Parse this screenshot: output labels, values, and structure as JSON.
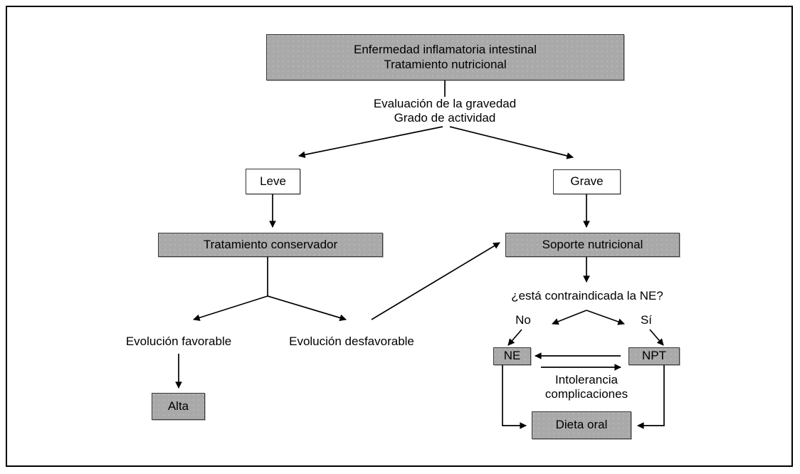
{
  "figure": {
    "type": "flowchart",
    "language": "es",
    "frame": {
      "border_color": "#000000"
    },
    "palette": {
      "box_fill_gray": "#a9a9a9",
      "box_fill_white": "#ffffff",
      "box_border": "#333333",
      "line_color": "#000000",
      "text_color": "#000000"
    }
  },
  "nodes": {
    "title": {
      "text": "Enfermedad inflamatoria intestinal\nTratamiento nutricional",
      "style": "gray"
    },
    "assessment": {
      "text": "Evaluación de la gravedad\nGrado de actividad",
      "style": "plain"
    },
    "mild": {
      "text": "Leve",
      "style": "white"
    },
    "severe": {
      "text": "Grave",
      "style": "white"
    },
    "conservative": {
      "text": "Tratamiento conservador",
      "style": "gray"
    },
    "nutritional_support": {
      "text": "Soporte nutricional",
      "style": "gray"
    },
    "favorable": {
      "text": "Evolución favorable",
      "style": "plain"
    },
    "unfavorable": {
      "text": "Evolución desfavorable",
      "style": "plain"
    },
    "discharge": {
      "text": "Alta",
      "style": "gray"
    },
    "question_en": {
      "text": "¿está contraindicada la NE?",
      "style": "plain"
    },
    "answer_no": {
      "text": "No",
      "style": "plain"
    },
    "answer_yes": {
      "text": "Sí",
      "style": "plain"
    },
    "en": {
      "text": "NE",
      "style": "gray"
    },
    "npt": {
      "text": "NPT",
      "style": "gray"
    },
    "oral_diet": {
      "text": "Dieta oral",
      "style": "gray"
    },
    "intolerance": {
      "text": "Intolerancia\ncomplicaciones",
      "style": "plain"
    }
  },
  "edges": [
    {
      "from": "title",
      "to": "assessment",
      "label": ""
    },
    {
      "from": "assessment",
      "to": "mild",
      "label": ""
    },
    {
      "from": "assessment",
      "to": "severe",
      "label": ""
    },
    {
      "from": "mild",
      "to": "conservative",
      "label": ""
    },
    {
      "from": "severe",
      "to": "nutritional_support",
      "label": ""
    },
    {
      "from": "conservative",
      "to": "favorable",
      "label": ""
    },
    {
      "from": "conservative",
      "to": "unfavorable",
      "label": ""
    },
    {
      "from": "favorable",
      "to": "discharge",
      "label": ""
    },
    {
      "from": "unfavorable",
      "to": "nutritional_support",
      "label": ""
    },
    {
      "from": "nutritional_support",
      "to": "question_en",
      "label": ""
    },
    {
      "from": "question_en",
      "to": "en",
      "label": "No"
    },
    {
      "from": "question_en",
      "to": "npt",
      "label": "Sí"
    },
    {
      "from": "npt",
      "to": "en",
      "label": ""
    },
    {
      "from": "en",
      "to": "npt",
      "label": "Intolerancia complicaciones"
    },
    {
      "from": "en",
      "to": "oral_diet",
      "label": ""
    },
    {
      "from": "npt",
      "to": "oral_diet",
      "label": ""
    }
  ]
}
